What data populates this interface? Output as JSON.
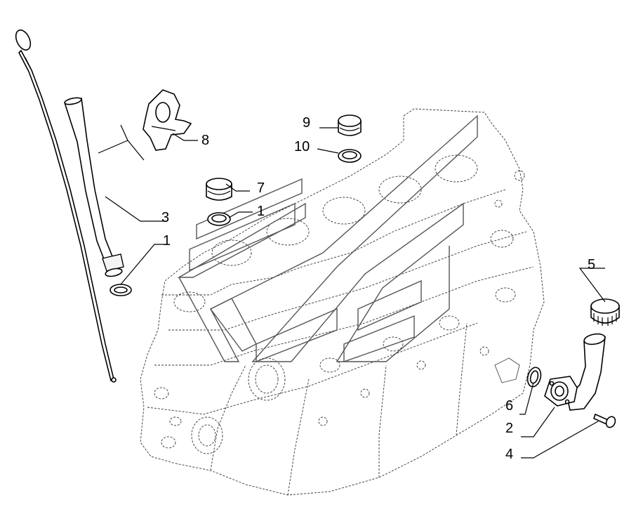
{
  "diagram": {
    "callouts": [
      {
        "id": "label-1-left",
        "text": "1"
      },
      {
        "id": "label-1-center",
        "text": "1"
      },
      {
        "id": "label-2",
        "text": "2"
      },
      {
        "id": "label-3",
        "text": "3"
      },
      {
        "id": "label-4",
        "text": "4"
      },
      {
        "id": "label-5",
        "text": "5"
      },
      {
        "id": "label-6",
        "text": "6"
      },
      {
        "id": "label-7",
        "text": "7"
      },
      {
        "id": "label-8",
        "text": "8"
      },
      {
        "id": "label-9",
        "text": "9"
      },
      {
        "id": "label-10",
        "text": "10"
      }
    ]
  }
}
